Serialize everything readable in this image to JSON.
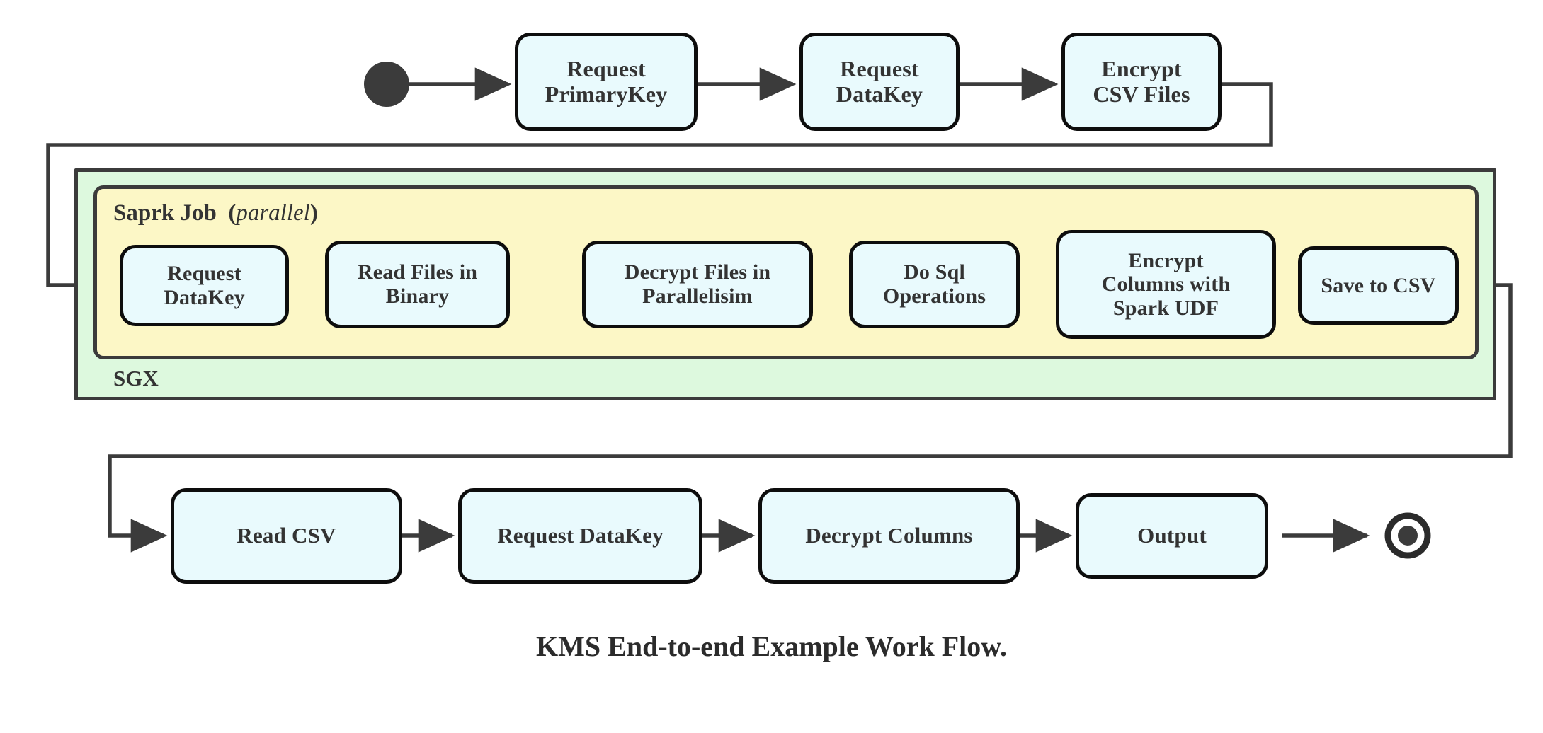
{
  "diagram": {
    "caption": "KMS End-to-end Example Work Flow.",
    "colors": {
      "node_fill": "#e9fafd",
      "node_stroke": "#0d0d0d",
      "sgx_fill": "#ddf9de",
      "spark_fill": "#fcf7c6",
      "group_stroke": "#3b3b3b",
      "edge_stroke": "#3b3b3b",
      "text": "#333333"
    },
    "markers": {
      "start_label": "start-node",
      "end_label": "end-node"
    },
    "groups": [
      {
        "id": "sgx",
        "label": "SGX",
        "label_suffix": ""
      },
      {
        "id": "spark",
        "label": "Saprk Job",
        "label_suffix": "parallel"
      }
    ],
    "rows": {
      "top": {
        "name": "top-row",
        "nodes": [
          {
            "id": "request-primarykey",
            "lines": [
              "Request",
              "PrimaryKey"
            ]
          },
          {
            "id": "request-datakey-top",
            "lines": [
              "Request",
              "DataKey"
            ]
          },
          {
            "id": "encrypt-csv-files",
            "lines": [
              "Encrypt",
              "CSV Files"
            ]
          }
        ]
      },
      "spark": {
        "name": "spark-row",
        "nodes": [
          {
            "id": "request-datakey-spark",
            "lines": [
              "Request",
              "DataKey"
            ]
          },
          {
            "id": "read-files-in-binary",
            "lines": [
              "Read Files in",
              "Binary"
            ]
          },
          {
            "id": "decrypt-files-in-parallelisim",
            "lines": [
              "Decrypt Files in",
              "Parallelisim"
            ]
          },
          {
            "id": "do-sql-operations",
            "lines": [
              "Do Sql",
              "Operations"
            ]
          },
          {
            "id": "encrypt-columns-with-spark-udf",
            "lines": [
              "Encrypt",
              "Columns with",
              "Spark UDF"
            ]
          },
          {
            "id": "save-to-csv",
            "lines": [
              "Save to CSV"
            ]
          }
        ]
      },
      "bottom": {
        "name": "bottom-row",
        "nodes": [
          {
            "id": "read-csv",
            "lines": [
              "Read CSV"
            ]
          },
          {
            "id": "request-datakey-bottom",
            "lines": [
              "Request DataKey"
            ]
          },
          {
            "id": "decrypt-columns",
            "lines": [
              "Decrypt Columns"
            ]
          },
          {
            "id": "output",
            "lines": [
              "Output"
            ]
          }
        ]
      }
    }
  }
}
